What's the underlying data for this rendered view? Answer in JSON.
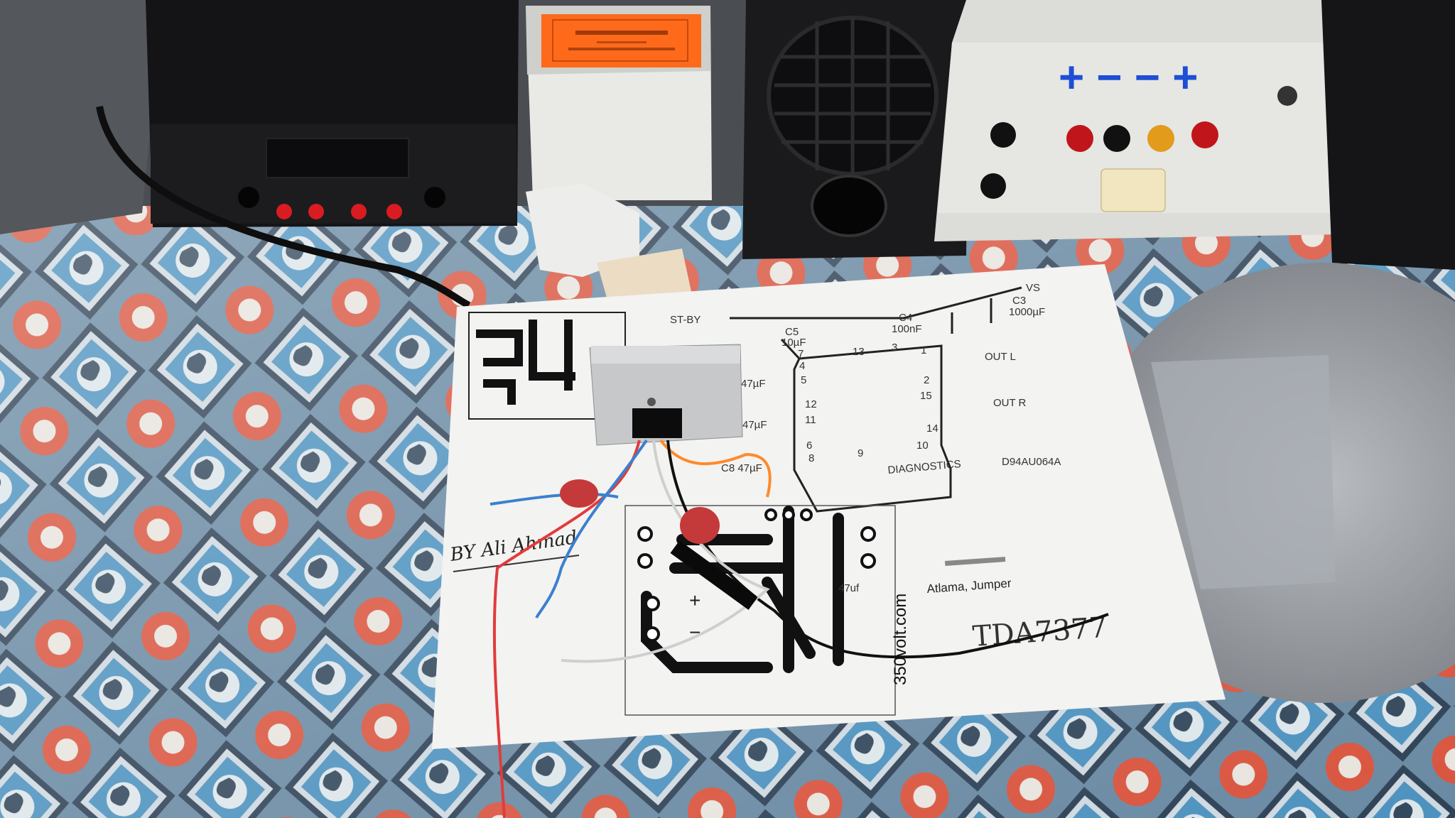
{
  "power_supply": {
    "polarity_marks": "+ − − +"
  },
  "schematic": {
    "standby": "ST-BY",
    "vs": "VS",
    "c3_name": "C3",
    "c3_value": "1000µF",
    "c4_name": "C4",
    "c4_value": "100nF",
    "c5_name": "C5",
    "c5_value": "10µF",
    "cap_in1": "47µF",
    "cap_in2": "47µF",
    "c8": "C8 47µF",
    "pins_top": [
      "7",
      "13",
      "3"
    ],
    "pins_left": [
      "4",
      "5",
      "12",
      "11",
      "6"
    ],
    "pins_right": [
      "1",
      "2",
      "15",
      "14"
    ],
    "pins_bottom": [
      "8",
      "9",
      "10"
    ],
    "out_l": "OUT L",
    "out_r": "OUT R",
    "diagnostics": "DIAGNOSTICS",
    "code": "D94AU064A"
  },
  "pcb": {
    "plus": "+",
    "minus": "−",
    "cap_label": "47uf",
    "site": "350volt.com"
  },
  "paper": {
    "author": "BY Ali Ahmad",
    "jumper": "Atlama, Jumper",
    "chip": "TDA7377"
  },
  "colors": {
    "orange_label": "#ff6a1a",
    "cloth_blue": "#4a8fb8",
    "cloth_red": "#d8543f",
    "cloth_bg": "#5f7f9a"
  }
}
